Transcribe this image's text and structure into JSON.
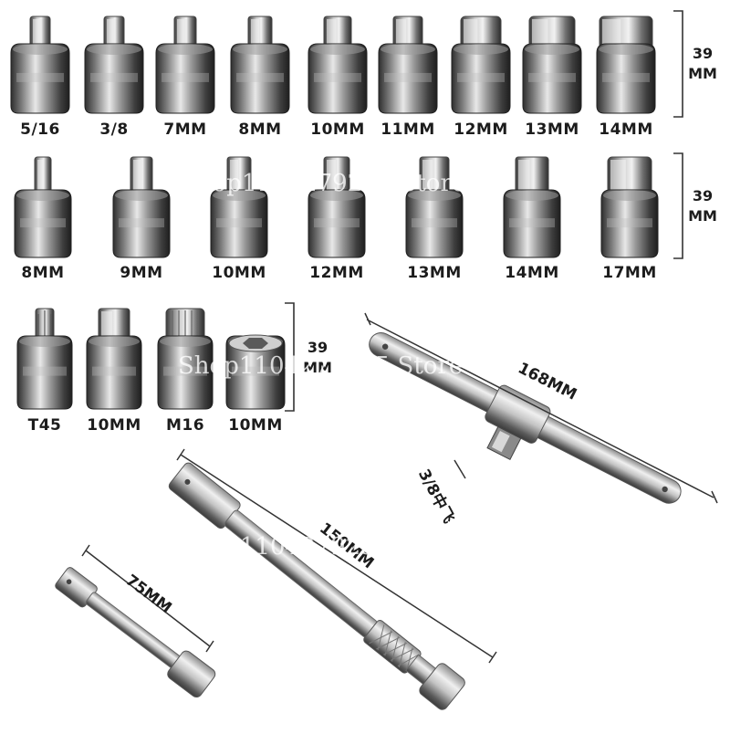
{
  "row1": {
    "labels": [
      "5/16",
      "3/8",
      "7MM",
      "8MM",
      "10MM",
      "11MM",
      "12MM",
      "13MM",
      "14MM"
    ],
    "dimension": [
      "39",
      "MM"
    ]
  },
  "row2": {
    "labels": [
      "8MM",
      "9MM",
      "10MM",
      "12MM",
      "13MM",
      "14MM",
      "17MM"
    ],
    "dimension": [
      "39",
      "MM"
    ]
  },
  "row3": {
    "labels": [
      "T45",
      "10MM",
      "M16",
      "10MM"
    ],
    "dimension": [
      "39",
      "MM"
    ]
  },
  "tools": {
    "t_handle_length": "168MM",
    "t_handle_drive": "3/8中飞",
    "extension_long": "150MM",
    "extension_short": "75MM"
  },
  "watermark": "Shop1104279235 Store",
  "colors": {
    "background": "#ffffff",
    "steel_light": "#e9e9e9",
    "steel_dark": "#3a3a3a"
  }
}
